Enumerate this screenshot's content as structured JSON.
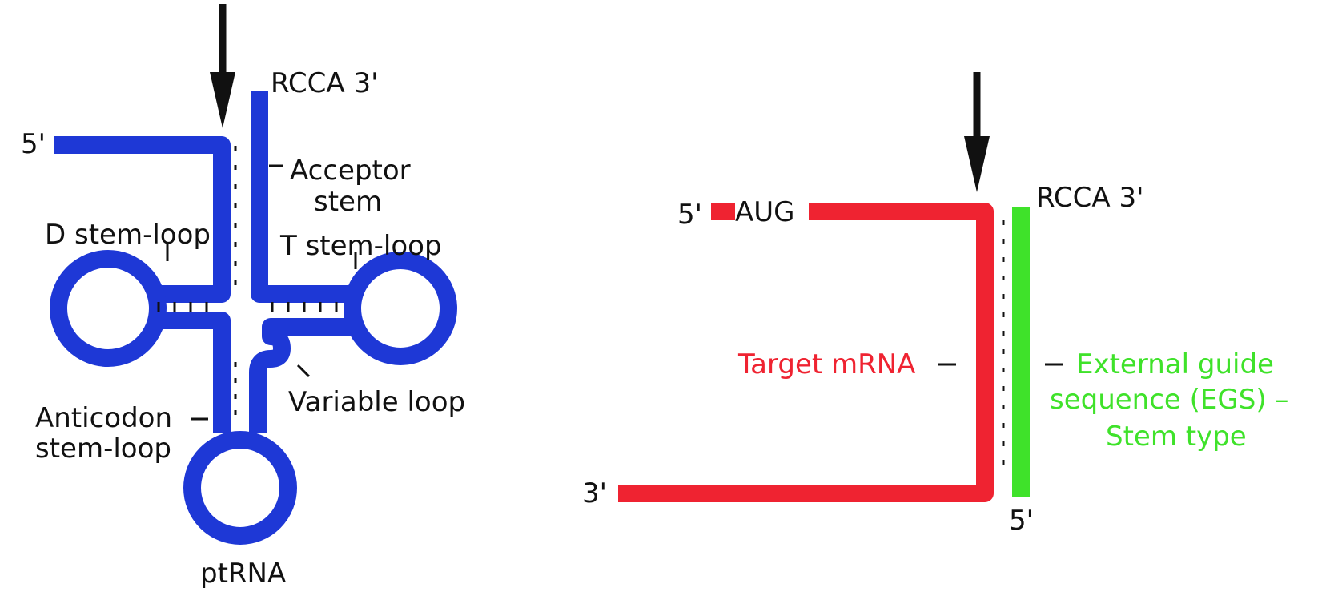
{
  "colors": {
    "trna": "#1e38d6",
    "mrna": "#ef2331",
    "egs": "#3fe22a",
    "arrow": "#111111",
    "text": "#111111",
    "mrna_label": "#ef2331",
    "egs_label": "#3fe22a"
  },
  "left": {
    "five_prime": "5'",
    "three_prime": "RCCA 3'",
    "acceptor_line1": "Acceptor",
    "acceptor_line2": "stem",
    "d_loop": "D stem-loop",
    "t_loop": "T stem-loop",
    "variable_loop": "Variable loop",
    "anticodon_line1": "Anticodon",
    "anticodon_line2": "stem-loop",
    "name": "ptRNA"
  },
  "right": {
    "five_prime_top": "5'",
    "aug": "AUG",
    "rcca": "RCCA 3'",
    "target": "Target mRNA",
    "egs_line1": "External guide",
    "egs_line2": "sequence (EGS) –",
    "egs_line3": "Stem type",
    "three_prime": "3'",
    "five_prime_bottom": "5'"
  }
}
